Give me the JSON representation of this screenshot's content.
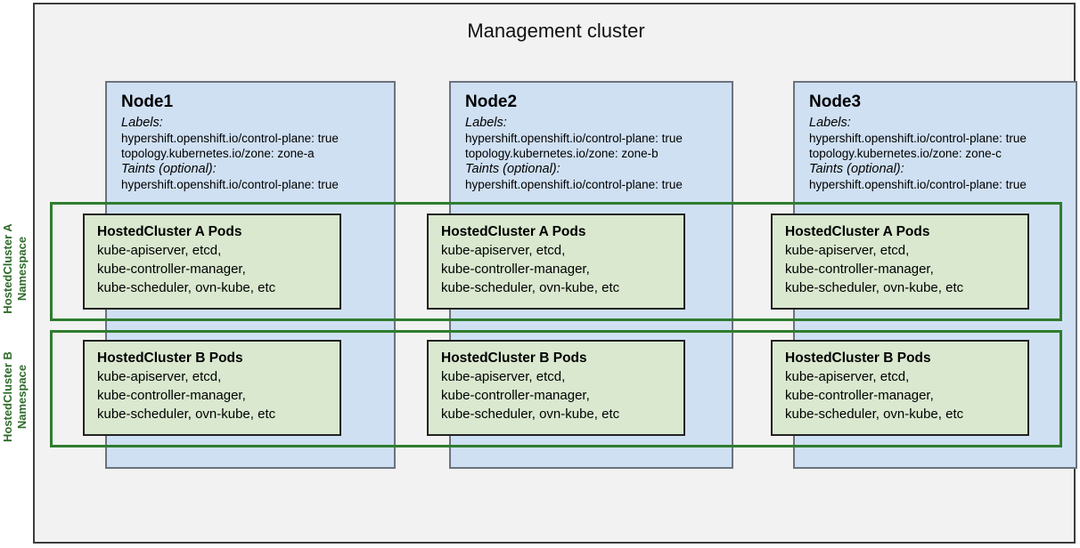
{
  "diagram": {
    "title": "Management cluster",
    "accent_green": "#2f7d2f",
    "label_green": "#2f6b2a",
    "node_fill": "#cfe0f3",
    "pod_fill": "#d9e8cf",
    "cluster_fill": "#f2f2f2"
  },
  "namespaces": [
    {
      "label_line1": "HostedCluster A",
      "label_line2": "Namespace"
    },
    {
      "label_line1": "HostedCluster B",
      "label_line2": "Namespace"
    }
  ],
  "nodes": [
    {
      "name": "Node1",
      "labels_heading": "Labels:",
      "labels": [
        "hypershift.openshift.io/control-plane: true",
        "topology.kubernetes.io/zone: zone-a"
      ],
      "taints_heading": "Taints (optional):",
      "taints": [
        "hypershift.openshift.io/control-plane: true"
      ]
    },
    {
      "name": "Node2",
      "labels_heading": "Labels:",
      "labels": [
        "hypershift.openshift.io/control-plane: true",
        "topology.kubernetes.io/zone: zone-b"
      ],
      "taints_heading": "Taints (optional):",
      "taints": [
        "hypershift.openshift.io/control-plane: true"
      ]
    },
    {
      "name": "Node3",
      "labels_heading": "Labels:",
      "labels": [
        "hypershift.openshift.io/control-plane: true",
        "topology.kubernetes.io/zone: zone-c"
      ],
      "taints_heading": "Taints (optional):",
      "taints": [
        "hypershift.openshift.io/control-plane: true"
      ]
    }
  ],
  "pods": {
    "a": {
      "title": "HostedCluster A Pods",
      "lines": [
        "kube-apiserver, etcd,",
        "kube-controller-manager,",
        "kube-scheduler, ovn-kube, etc"
      ]
    },
    "b": {
      "title": "HostedCluster B Pods",
      "lines": [
        "kube-apiserver, etcd,",
        "kube-controller-manager,",
        "kube-scheduler, ovn-kube, etc"
      ]
    }
  }
}
